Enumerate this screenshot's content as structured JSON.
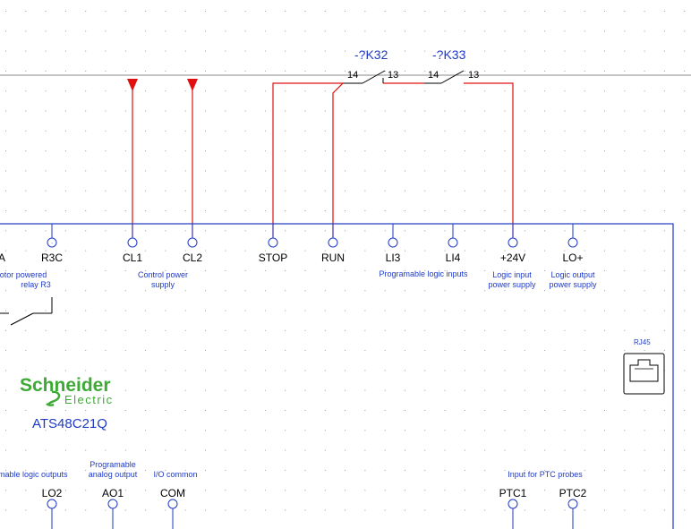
{
  "contacts": [
    {
      "ref": "-?K32",
      "pin_left": "14",
      "pin_right": "13"
    },
    {
      "ref": "-?K33",
      "pin_left": "14",
      "pin_right": "13"
    }
  ],
  "top_terminals": [
    {
      "label": "R3C"
    },
    {
      "label": "CL1"
    },
    {
      "label": "CL2"
    },
    {
      "label": "STOP"
    },
    {
      "label": "RUN"
    },
    {
      "label": "LI3"
    },
    {
      "label": "LI4"
    },
    {
      "label": "+24V"
    },
    {
      "label": "LO+"
    }
  ],
  "top_groups": {
    "motor_relay": [
      "otor powered",
      "relay R3"
    ],
    "control_power": [
      "Control power",
      "supply"
    ],
    "logic_inputs": "Programable logic inputs",
    "logic_input_power": [
      "Logic input",
      "power supply"
    ],
    "logic_output_power": [
      "Logic output",
      "power supply"
    ],
    "left_edge_fragment": "A"
  },
  "bottom_terminals": [
    {
      "label": "LO2"
    },
    {
      "label": "AO1"
    },
    {
      "label": "COM"
    },
    {
      "label": "PTC1"
    },
    {
      "label": "PTC2"
    }
  ],
  "bottom_groups": {
    "logic_outputs": "mable logic outputs",
    "analog_output": [
      "Programable",
      "analog output"
    ],
    "io_common": "I/O common",
    "ptc": "Input for PTC probes"
  },
  "device": {
    "brand_line1": "Schneider",
    "brand_line2": "Electric",
    "model": "ATS48C21Q",
    "port_label": "RJ45"
  },
  "colors": {
    "wire": "#e01010",
    "device": "#1e3ac8",
    "brand": "#3daa35",
    "grid_dot": "#9a9a9a"
  }
}
